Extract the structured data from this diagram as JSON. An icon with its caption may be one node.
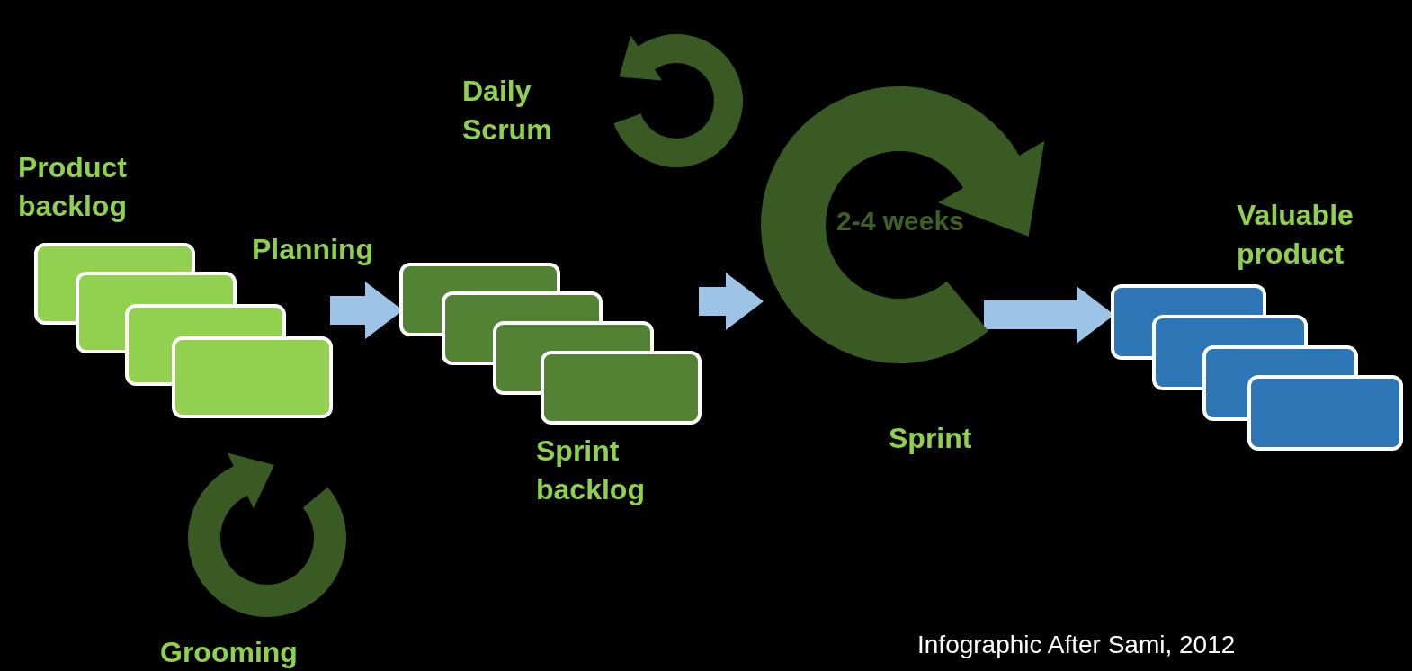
{
  "diagram": {
    "nodes": [
      {
        "text": [
          "Product backlog"
        ]
      },
      {
        "text": [
          "Sprint backlog"
        ]
      },
      {
        "text": [
          "2-4 weeks"
        ],
        "beside": [
          "Sprint"
        ]
      },
      {
        "text": [
          "Valuable product"
        ]
      }
    ],
    "edges": [
      {
        "from": 0,
        "to": 1,
        "arrow": "to",
        "label": "Planning"
      },
      {
        "from": 1,
        "to": 2,
        "arrow": "to"
      },
      {
        "from": 2,
        "to": 3,
        "arrow": "to"
      }
    ],
    "labels": [
      "Daily Scrum",
      "Grooming",
      "Infographic After Sami, 2012"
    ]
  }
}
